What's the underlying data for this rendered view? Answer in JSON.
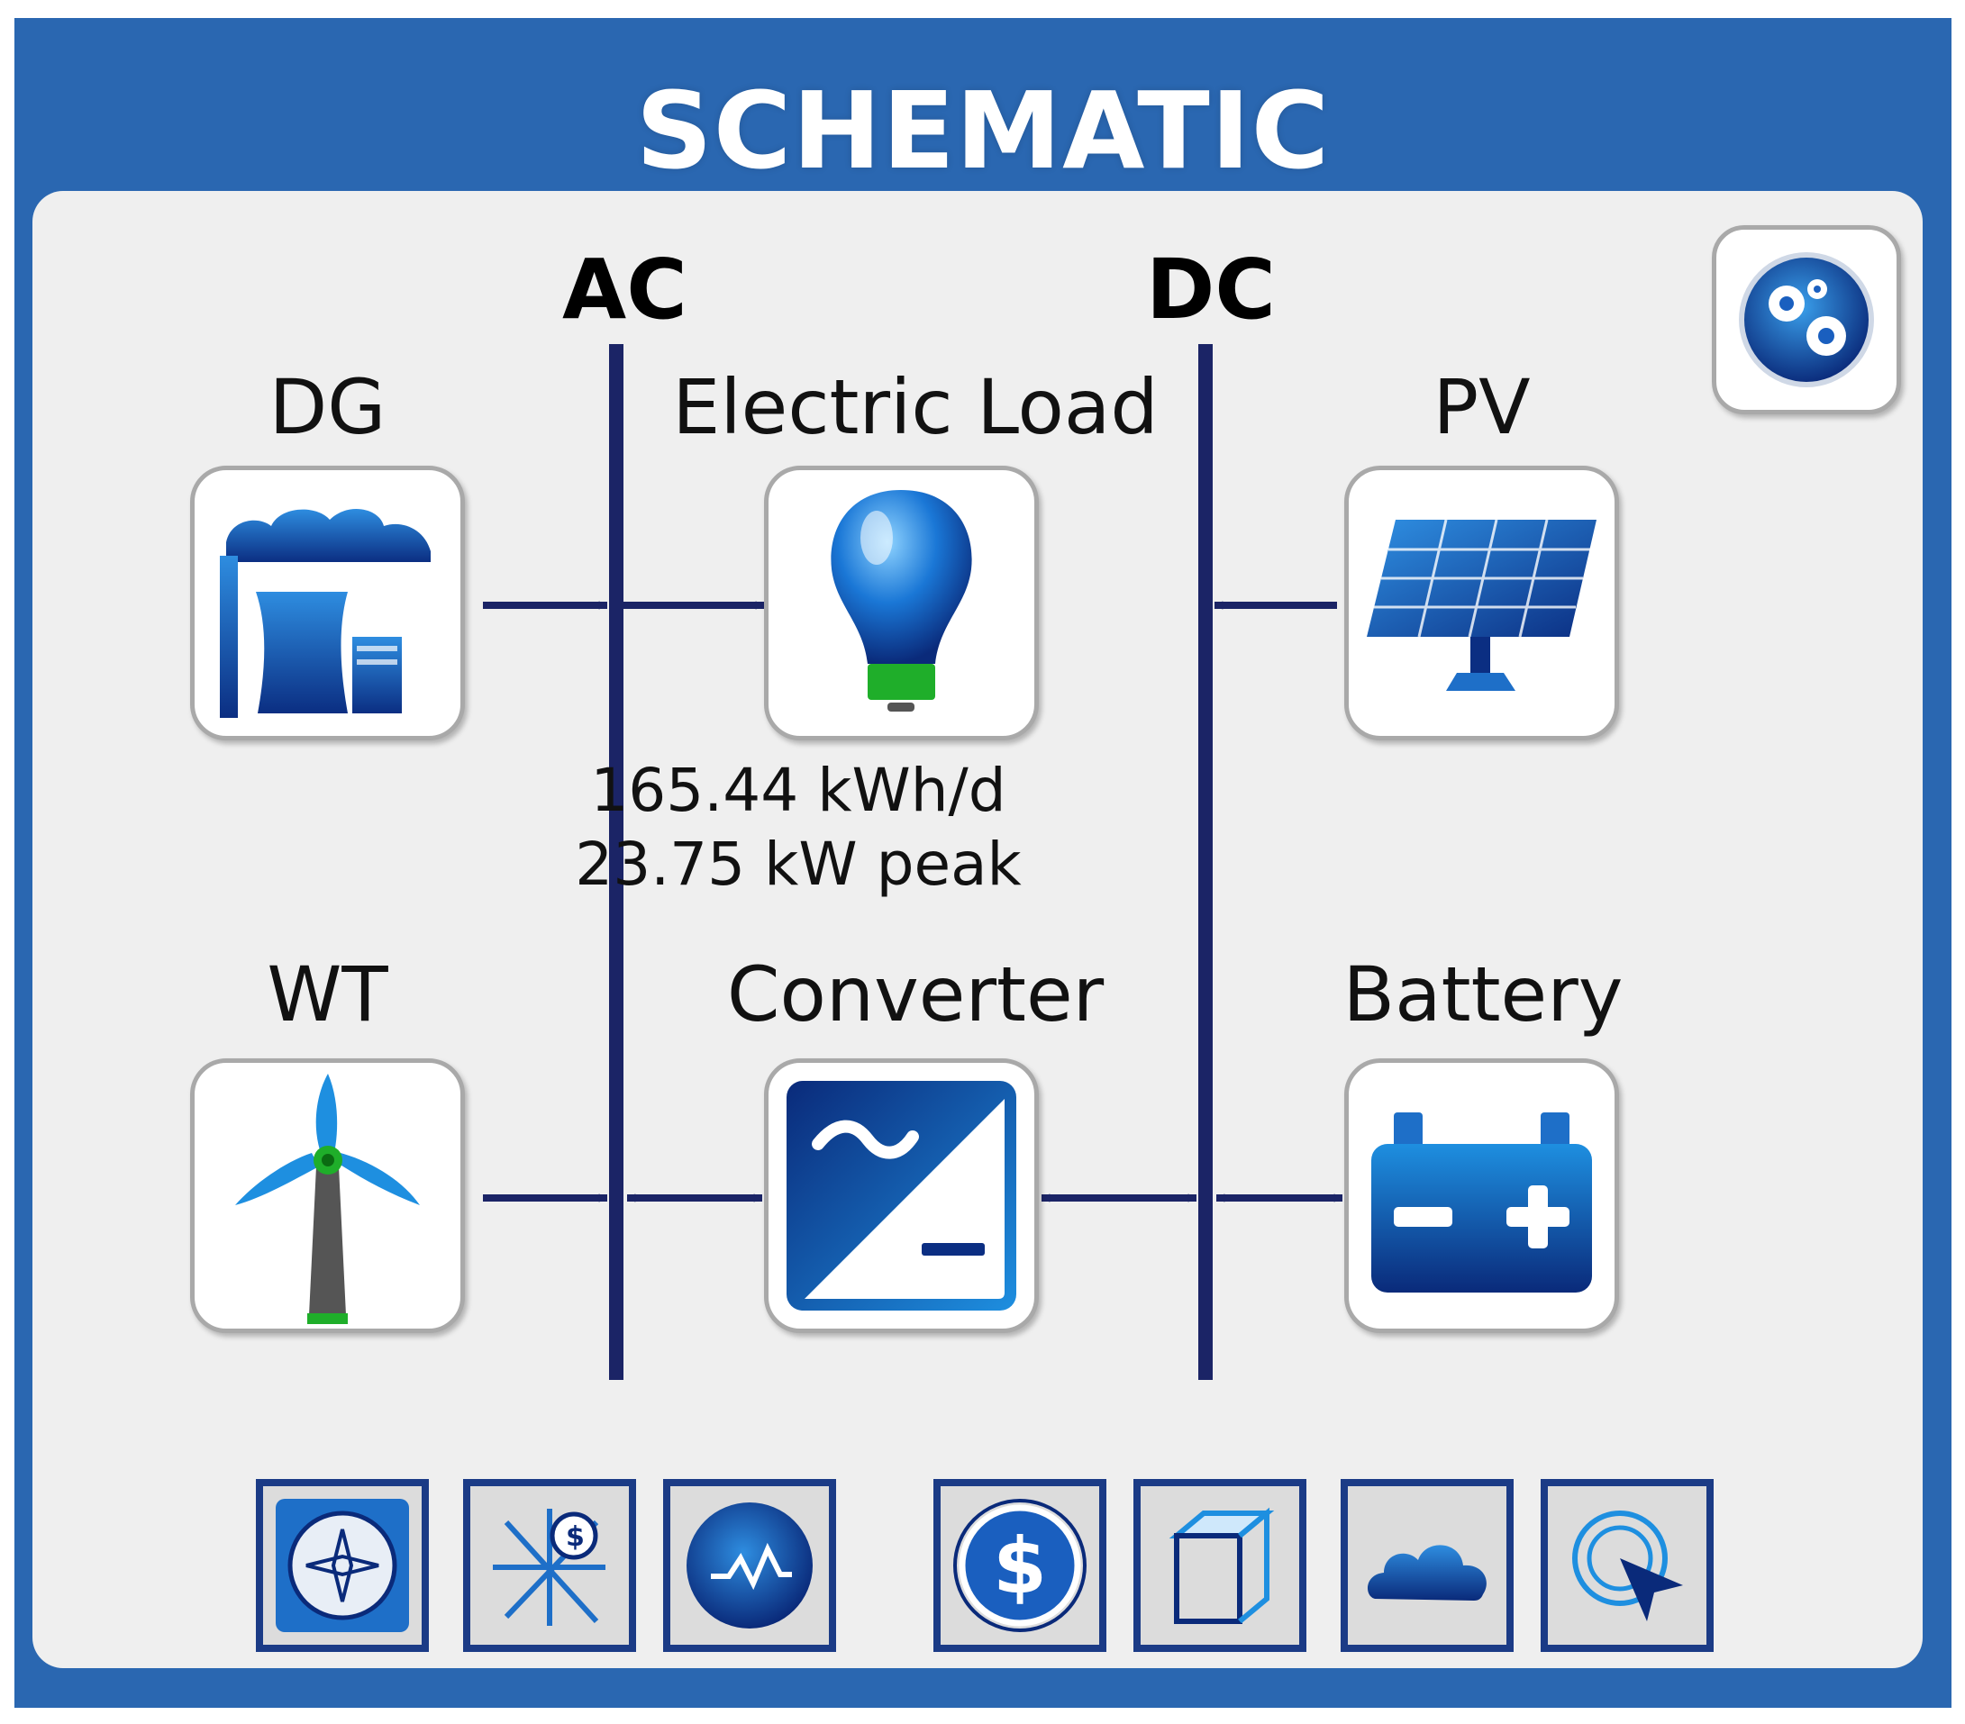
{
  "title": "SCHEMATIC",
  "buses": {
    "ac": "AC",
    "dc": "DC"
  },
  "components": {
    "dg": {
      "label": "DG",
      "icon": "power-plant-icon"
    },
    "load": {
      "label": "Electric Load",
      "icon": "light-bulb-icon",
      "energy": "165.44 kWh/d",
      "peak": "23.75 kW peak"
    },
    "pv": {
      "label": "PV",
      "icon": "solar-panel-icon"
    },
    "wt": {
      "label": "WT",
      "icon": "wind-turbine-icon"
    },
    "converter": {
      "label": "Converter",
      "icon": "ac-dc-converter-icon"
    },
    "battery": {
      "label": "Battery",
      "icon": "battery-icon"
    }
  },
  "settings": {
    "icon": "gears-icon"
  },
  "toolbar": [
    {
      "icon": "compass-icon"
    },
    {
      "icon": "sensitivity-icon"
    },
    {
      "icon": "signal-wave-icon"
    },
    {
      "icon": "dollar-icon"
    },
    {
      "icon": "cube-icon"
    },
    {
      "icon": "cloud-icon"
    },
    {
      "icon": "target-cursor-icon"
    }
  ],
  "colors": {
    "frame": "#2a67b1",
    "panel": "#efefef",
    "bus": "#1b2466",
    "icon_dark": "#0a2a7a",
    "icon_light": "#1e8fe0",
    "accent_green": "#1fae2a"
  }
}
